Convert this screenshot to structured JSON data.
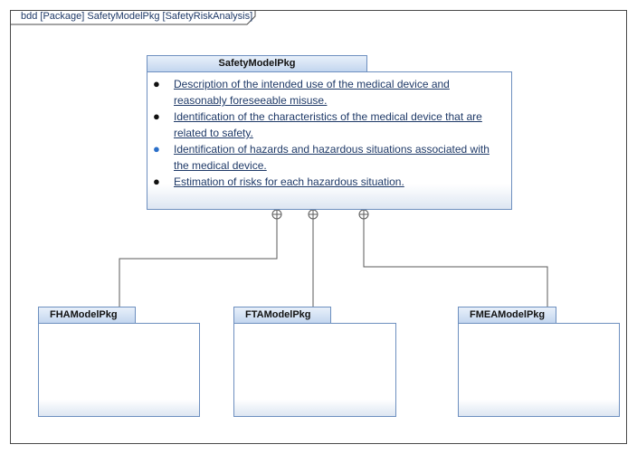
{
  "frame": {
    "label": "bdd [Package] SafetyModelPkg [SafetyRiskAnalysis]"
  },
  "packages": {
    "safety": {
      "name": "SafetyModelPkg",
      "items": [
        "Description of the intended use of the medical device and reasonably foreseeable misuse.",
        "Identification of the characteristics of the medical device that are related to safety.",
        "Identification of hazards and hazardous situations associated with the medical device.",
        "Estimation of risks for each hazardous situation."
      ]
    },
    "fha": {
      "name": "FHAModelPkg"
    },
    "fta": {
      "name": "FTAModelPkg"
    },
    "fmea": {
      "name": "FMEAModelPkg"
    }
  },
  "colors": {
    "border": "#6d8fbf",
    "link_text": "#1f3a68",
    "connector": "#5a5a5a"
  },
  "icons": {
    "containment": "circle-plus-icon",
    "bullet": "bullet-icon"
  }
}
